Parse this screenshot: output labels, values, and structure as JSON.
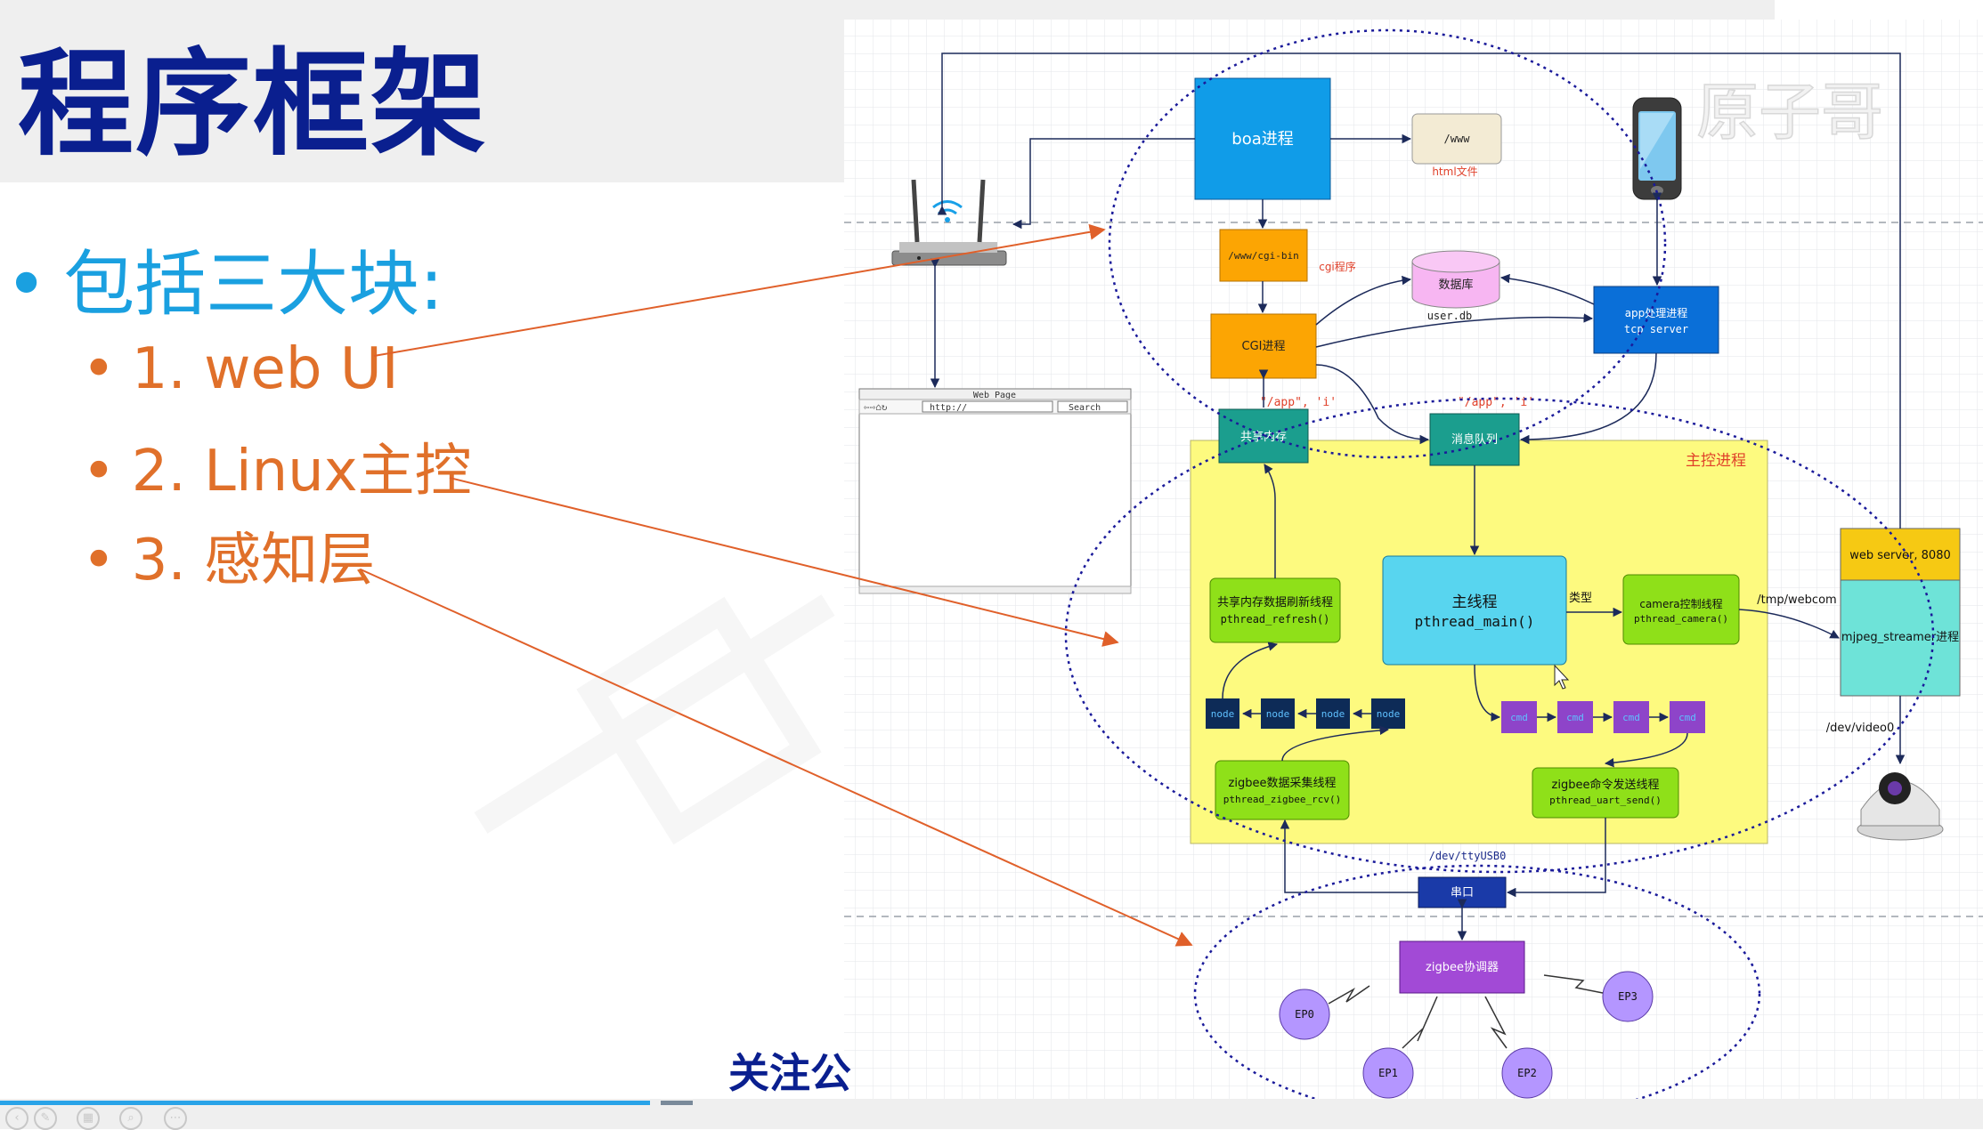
{
  "slide": {
    "title": "程序框架",
    "bullet_main": "包括三大块:",
    "bullets": [
      "1. web UI",
      "2. Linux主控",
      "3. 感知层"
    ],
    "footer": "关注公"
  },
  "diagram": {
    "boa": "boa进程",
    "www": "/www",
    "html_files": "html文件",
    "cgi_bin": "/www/cgi-bin",
    "cgi_prog": "cgi程序",
    "cgi_proc": "CGI进程",
    "db": "数据库",
    "db_file": "user.db",
    "app_proc_1": "app处理进程",
    "app_proc_2": "tcp server",
    "browser_title": "Web Page",
    "browser_url": "http://",
    "browser_search": "Search",
    "shm": "共享内存",
    "msgq": "消息队列",
    "app_i_left": "\"/app\", 'i'",
    "app_i_right": "\"/app\", 'i'",
    "main_ctrl": "主控进程",
    "main_thread_1": "主线程",
    "main_thread_2": "pthread_main()",
    "refresh_1": "共享内存数据刷新线程",
    "refresh_2": "pthread_refresh()",
    "camera_1": "camera控制线程",
    "camera_2": "pthread_camera()",
    "type_label": "类型",
    "node": "node",
    "cmd": "cmd",
    "zrcv_1": "zigbee数据采集线程",
    "zrcv_2": "pthread_zigbee_rcv()",
    "zsend_1": "zigbee命令发送线程",
    "zsend_2": "pthread_uart_send()",
    "web_server": "web server, 8080",
    "mjpeg": "mjpeg_streamer进程",
    "webcom": "/tmp/webcom",
    "video": "/dev/video0",
    "tty": "/dev/ttyUSB0",
    "serial": "串口",
    "coordinator": "zigbee协调器",
    "ep0": "EP0",
    "ep1": "EP1",
    "ep2": "EP2",
    "ep3": "EP3",
    "watermark_top": "原子哥"
  },
  "colors": {
    "title": "#0a1f8f",
    "bullet_blue": "#1aa0e0",
    "bullet_orange": "#e0702a",
    "boa_blue": "#109ce8",
    "orange_box": "#fca503",
    "teal": "#1b9e8e",
    "yellow": "#fdfa7f",
    "green": "#8fe019",
    "cyan": "#58d5ef",
    "purple": "#8e44c9",
    "navy_node": "#0d2b57",
    "ellipse": "#1a1a9a",
    "red_line": "#e0602a"
  }
}
